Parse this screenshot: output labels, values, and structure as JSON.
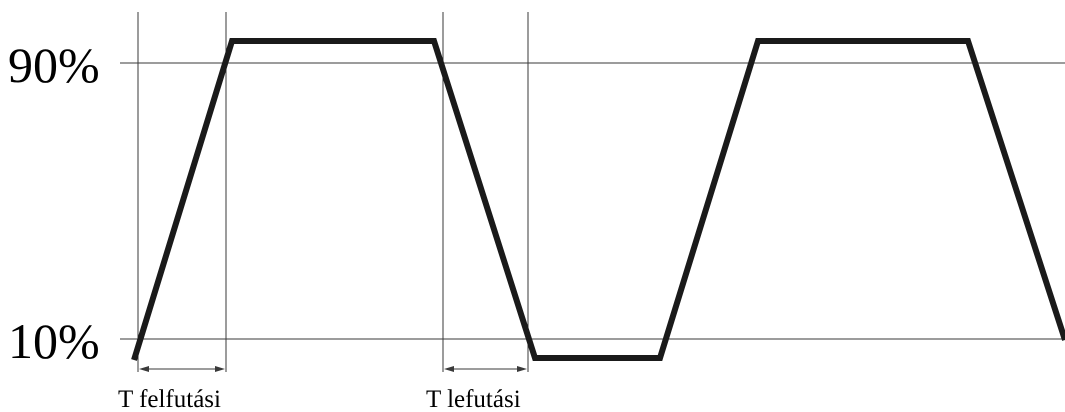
{
  "levels": {
    "high": "90%",
    "low": "10%"
  },
  "time_labels": {
    "rise": "T felfutási",
    "fall": "T lefutási"
  }
}
